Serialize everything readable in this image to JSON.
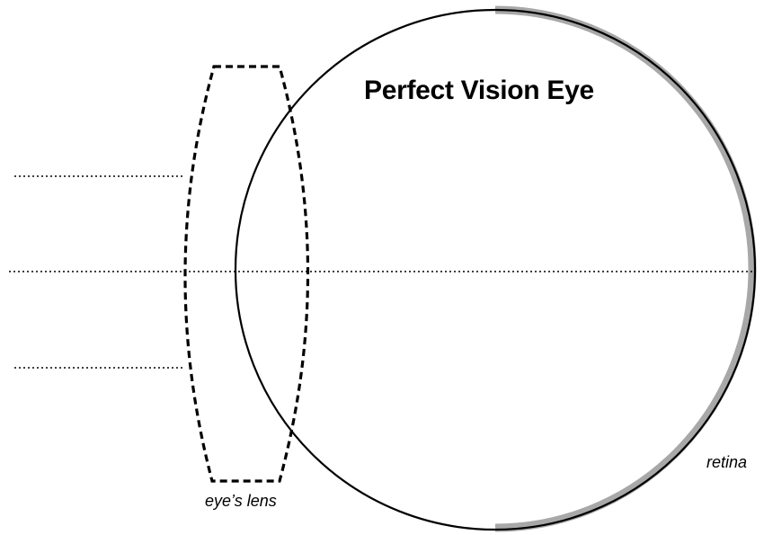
{
  "diagram": {
    "title": "Perfect Vision Eye",
    "labels": {
      "lens": "eye’s lens",
      "retina": "retina"
    },
    "light_rays": 3,
    "colors": {
      "line": "#000000",
      "retina": "#a8a8a8",
      "background": "#ffffff"
    }
  }
}
